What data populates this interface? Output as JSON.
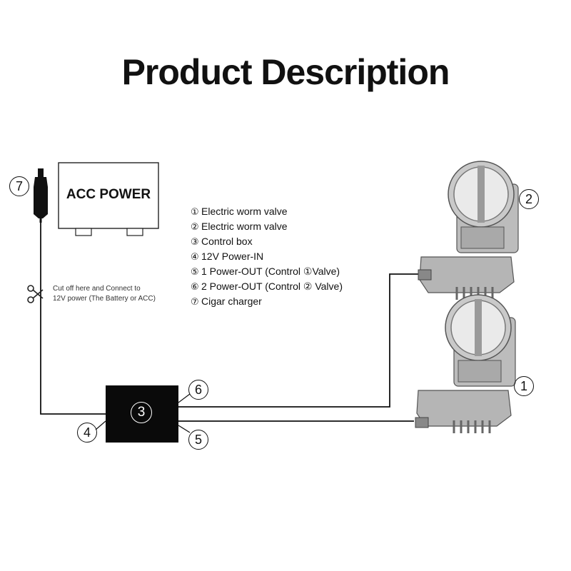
{
  "title": "Product Description",
  "acc_power": "ACC POWER",
  "cut_note": {
    "line1": "Cut off here and Connect to",
    "line2": "12V power (The Battery or ACC)"
  },
  "legend": [
    {
      "num": "①",
      "text": "Electric worm valve"
    },
    {
      "num": "②",
      "text": "Electric worm valve"
    },
    {
      "num": "③",
      "text": "Control box"
    },
    {
      "num": "④",
      "text": "12V Power-IN"
    },
    {
      "num": "⑤",
      "text": "1 Power-OUT (Control ①Valve)"
    },
    {
      "num": "⑥",
      "text": "2 Power-OUT (Control ② Valve)"
    },
    {
      "num": "⑦",
      "text": "Cigar charger"
    }
  ],
  "callouts": {
    "n1": "1",
    "n2": "2",
    "n3": "3",
    "n4": "4",
    "n5": "5",
    "n6": "6",
    "n7": "7"
  },
  "icons": [
    "cigar-plug-icon",
    "scissors-icon",
    "worm-valve-icon"
  ]
}
